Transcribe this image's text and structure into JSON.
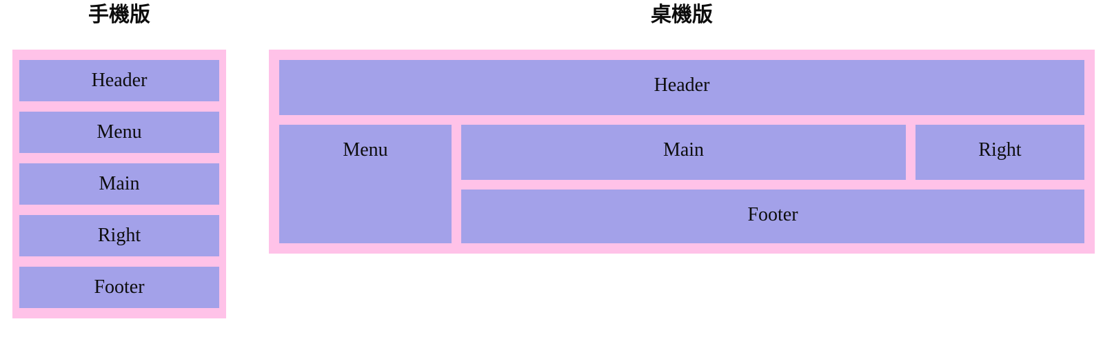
{
  "colors": {
    "panel_bg": "#ffc2e8",
    "box_bg": "#a3a1e9",
    "text_color": "#0d0d0d"
  },
  "mobile": {
    "title": "手機版",
    "boxes": [
      "Header",
      "Menu",
      "Main",
      "Right",
      "Footer"
    ]
  },
  "desktop": {
    "title": "桌機版",
    "areas": {
      "header": "Header",
      "menu": "Menu",
      "main": "Main",
      "right": "Right",
      "footer": "Footer"
    }
  }
}
